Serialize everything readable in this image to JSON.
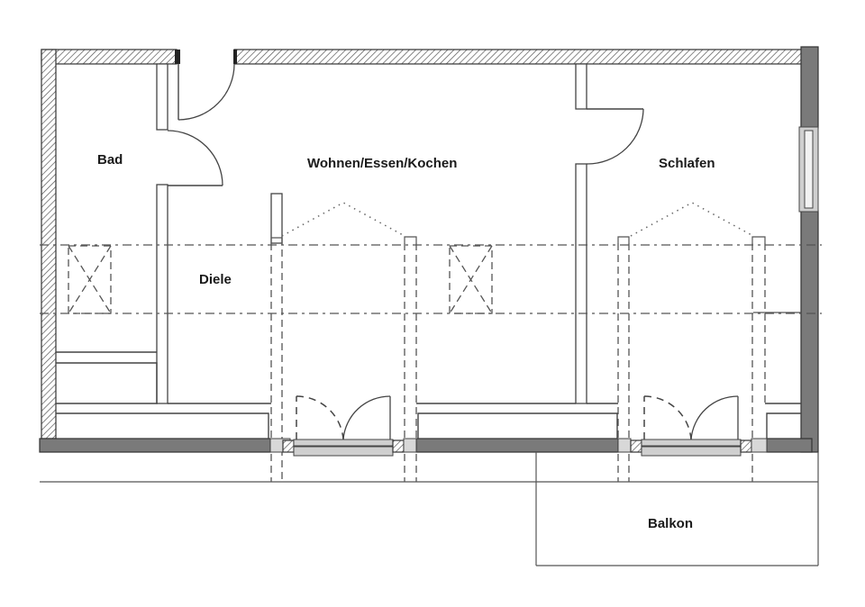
{
  "plan": {
    "rooms": [
      {
        "id": "bad",
        "label": "Bad"
      },
      {
        "id": "wohnen",
        "label": "Wohnen/Essen/Kochen"
      },
      {
        "id": "schlafen",
        "label": "Schlafen"
      },
      {
        "id": "diele",
        "label": "Diele"
      },
      {
        "id": "balkon",
        "label": "Balkon"
      }
    ],
    "colors": {
      "wall_dark": "#7a7a7a",
      "line": "#444444",
      "background": "#ffffff"
    }
  }
}
